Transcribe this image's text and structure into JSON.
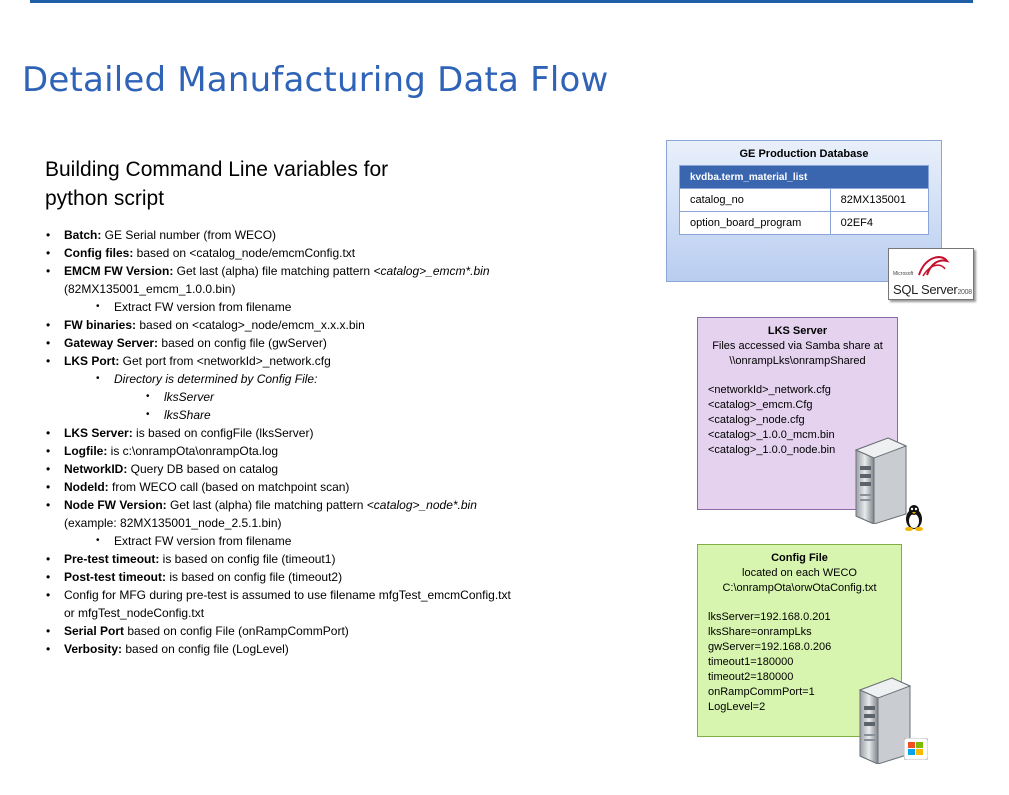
{
  "page": {
    "title": "Detailed Manufacturing Data Flow",
    "subtitle_line1": "Building Command Line variables for",
    "subtitle_line2": "python script"
  },
  "bullets": {
    "batch": {
      "term": "Batch:",
      "text": " GE Serial number (from WECO)"
    },
    "config_files": {
      "term": "Config files:",
      "text": " based on <catalog_node/emcmConfig.txt"
    },
    "emcm_fw": {
      "term": "EMCM FW Version:",
      "text": " Get last (alpha) file matching pattern ",
      "pattern": "<catalog>_emcm*.bin",
      "cont": "(82MX135001_emcm_1.0.0.bin)"
    },
    "emcm_extract": "Extract FW version from filename",
    "fw_binaries": {
      "term": "FW binaries:",
      "text": " based on <catalog>_node/emcm_x.x.x.bin"
    },
    "gateway_server": {
      "term": "Gateway Server:",
      "text": " based on config file (gwServer)"
    },
    "lks_port": {
      "term": "LKS Port:",
      "text": " Get port from <networkId>_network.cfg"
    },
    "lks_port_dir": "Directory is determined by Config File:",
    "lks_port_opt1": "lksServer",
    "lks_port_opt2": "lksShare",
    "lks_server": {
      "term": "LKS Server:",
      "text": " is based on configFile (lksServer)"
    },
    "logfile": {
      "term": "Logfile:",
      "text": " is c:\\onrampOta\\onrampOta.log"
    },
    "network_id": {
      "term": "NetworkID:",
      "text": " Query DB based on catalog"
    },
    "node_id": {
      "term": "NodeId:",
      "text": " from WECO call (based on matchpoint scan)"
    },
    "node_fw": {
      "term": "Node FW Version:",
      "text": " Get last (alpha) file matching pattern ",
      "pattern": "<catalog>_node*.bin",
      "cont": "(example: 82MX135001_node_2.5.1.bin)"
    },
    "node_extract": "Extract FW version from filename",
    "pretest_timeout": {
      "term": "Pre-test timeout:",
      "text": " is based on config file (timeout1)"
    },
    "posttest_timeout": {
      "term": "Post-test timeout:",
      "text": " is based on config file (timeout2)"
    },
    "config_mfg": {
      "text": "Config for MFG during pre-test is assumed to use filename mfgTest_emcmConfig.txt",
      "cont": "or mfgTest_nodeConfig.txt"
    },
    "serial_port": {
      "term": "Serial Port",
      "text": " based on config File (onRampCommPort)"
    },
    "verbosity": {
      "term": "Verbosity:",
      "text": " based on config file (LogLevel)"
    }
  },
  "db_panel": {
    "title": "GE Production Database",
    "table_name": "kvdba.term_material_list",
    "rows": [
      {
        "key": "catalog_no",
        "value": "82MX135001"
      },
      {
        "key": "option_board_program",
        "value": "02EF4"
      }
    ],
    "logo_text": "SQL Server",
    "logo_version": "2008",
    "logo_small": "Microsoft"
  },
  "lks_panel": {
    "title": "LKS Server",
    "line1": "Files accessed via Samba share at",
    "line2": "\\\\onrampLks\\onrampShared",
    "files": [
      "<networkId>_network.cfg",
      "<catalog>_emcm.Cfg",
      "<catalog>_node.cfg",
      "<catalog>_1.0.0_mcm.bin",
      "<catalog>_1.0.0_node.bin"
    ]
  },
  "config_panel": {
    "title": "Config File",
    "line1": "located on each WECO",
    "line2": "C:\\onrampOta\\orwOtaConfig.txt",
    "entries": [
      "lksServer=192.168.0.201",
      "lksShare=onrampLks",
      "gwServer=192.168.0.206",
      "timeout1=180000",
      "timeout2=180000",
      "onRampCommPort=1",
      "LogLevel=2"
    ]
  },
  "colors": {
    "title_blue": "#2e63b8",
    "rule_blue": "#1f5fa8",
    "table_header": "#3a66b0",
    "lks_bg": "#e4d2ef",
    "config_bg": "#d8f5b0"
  }
}
